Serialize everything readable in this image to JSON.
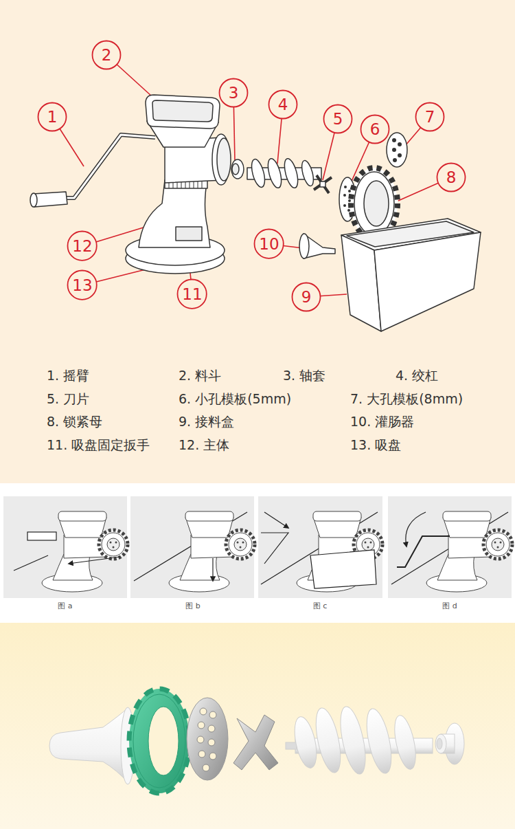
{
  "diagram": {
    "nodes": [
      {
        "text": [
          "2"
        ]
      },
      {
        "text": [
          "1"
        ]
      },
      {
        "text": [
          "3"
        ]
      },
      {
        "text": [
          "4"
        ]
      },
      {
        "text": [
          "5"
        ]
      },
      {
        "text": [
          "6"
        ]
      },
      {
        "text": [
          "7"
        ]
      },
      {
        "text": [
          "8"
        ]
      },
      {
        "text": [
          "12"
        ]
      },
      {
        "text": [
          "10"
        ]
      },
      {
        "text": [
          "13"
        ]
      },
      {
        "text": [
          "11"
        ]
      },
      {
        "text": [
          "9"
        ]
      }
    ],
    "edges": [],
    "labels": [
      "1. 摇臂",
      "2. 料斗",
      "3. 轴套",
      "4. 绞杠",
      "5. 刀片",
      "6. 小孔模板(5mm)",
      "7. 大孔模板(8mm)",
      "8. 锁紧母",
      "9. 接料盒",
      "10. 灌肠器",
      "11. 吸盘固定扳手",
      "12. 主体",
      "13. 吸盘",
      "图 a",
      "图 b",
      "图 c",
      "图 d"
    ]
  }
}
